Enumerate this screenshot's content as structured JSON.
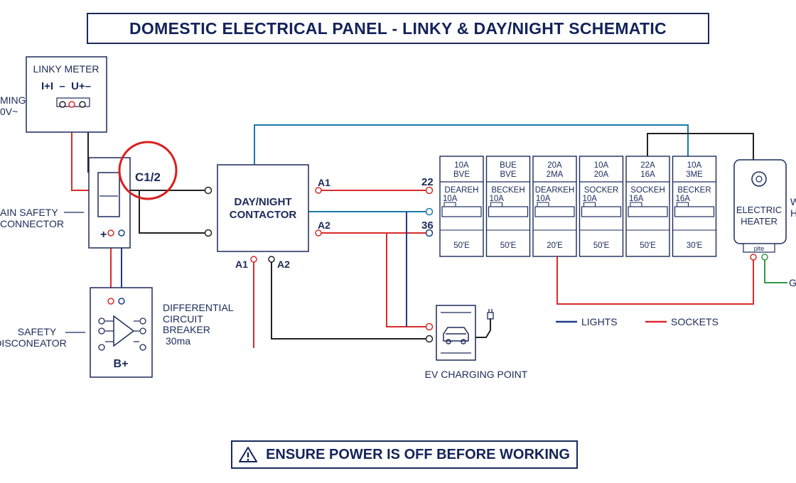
{
  "title": "DOMESTIC ELECTRICAL PANEL - LINKY & DAY/NIGHT SCHEMATIC",
  "incoming": {
    "line1": "MING",
    "line2": "0V~"
  },
  "linky_meter": {
    "label": "LINKY METER",
    "terminals": "I+I  –  U+–"
  },
  "main_safety": {
    "line1": "AIN SAFETY",
    "line2": "CONNECTOR",
    "terminal_label": "+"
  },
  "c12_marker": "C1/2",
  "contactor": {
    "line1": "DAY/NIGHT",
    "line2": "CONTACTOR",
    "a1_out": "A1",
    "a2_out": "A2",
    "a1_in": "A1",
    "a2_in": "A2"
  },
  "bus_labels": {
    "top": "22",
    "bottom": "36"
  },
  "differential": {
    "line1": "DIFFERENTIAL",
    "line2": "CIRCUIT",
    "line3": "BREAKER",
    "line4": "30ma",
    "bottom_label": "B+"
  },
  "safety_disconnector": {
    "line1": "SAFETY",
    "line2": "DISCONEATOR"
  },
  "breakers": [
    {
      "top1": "10A",
      "top2": "BVE",
      "name1": "DEAREH",
      "name2": "10A",
      "bottom": "50′E"
    },
    {
      "top1": "BUE",
      "top2": "BVE",
      "name1": "BECKEH",
      "name2": "10A",
      "bottom": "50′E"
    },
    {
      "top1": "20A",
      "top2": "2MA",
      "name1": "DEARKEH",
      "name2": "10A",
      "bottom": "20′E"
    },
    {
      "top1": "10A",
      "top2": "20A",
      "name1": "SOCKER",
      "name2": "10A",
      "bottom": "50′E"
    },
    {
      "top1": "22A",
      "top2": "16A",
      "name1": "SOCKEH",
      "name2": "16A",
      "bottom": "50′E"
    },
    {
      "top1": "10A",
      "top2": "3ME",
      "name1": "BECKER",
      "name2": "16A",
      "bottom": "30′E"
    }
  ],
  "heater": {
    "line1": "ELECTRIC",
    "line2": "HEATER",
    "plate": "plte",
    "side1": "W",
    "side2": "H",
    "ground": "G"
  },
  "ev_charging": {
    "label": "EV CHARGING POINT"
  },
  "legend": [
    {
      "label": "LIGHTS",
      "color": "#1e3a8a"
    },
    {
      "label": "SOCKETS",
      "color": "#d92b2b"
    }
  ],
  "warning": "ENSURE POWER IS OFF BEFORE WORKING",
  "colors": {
    "live": "#d92b2b",
    "neutral": "#1e3a8a",
    "black": "#222222",
    "teal": "#1a7aa8",
    "green": "#2e9a4a",
    "highlight_circle": "#d91f1f",
    "ink": "#1b2a5a"
  }
}
